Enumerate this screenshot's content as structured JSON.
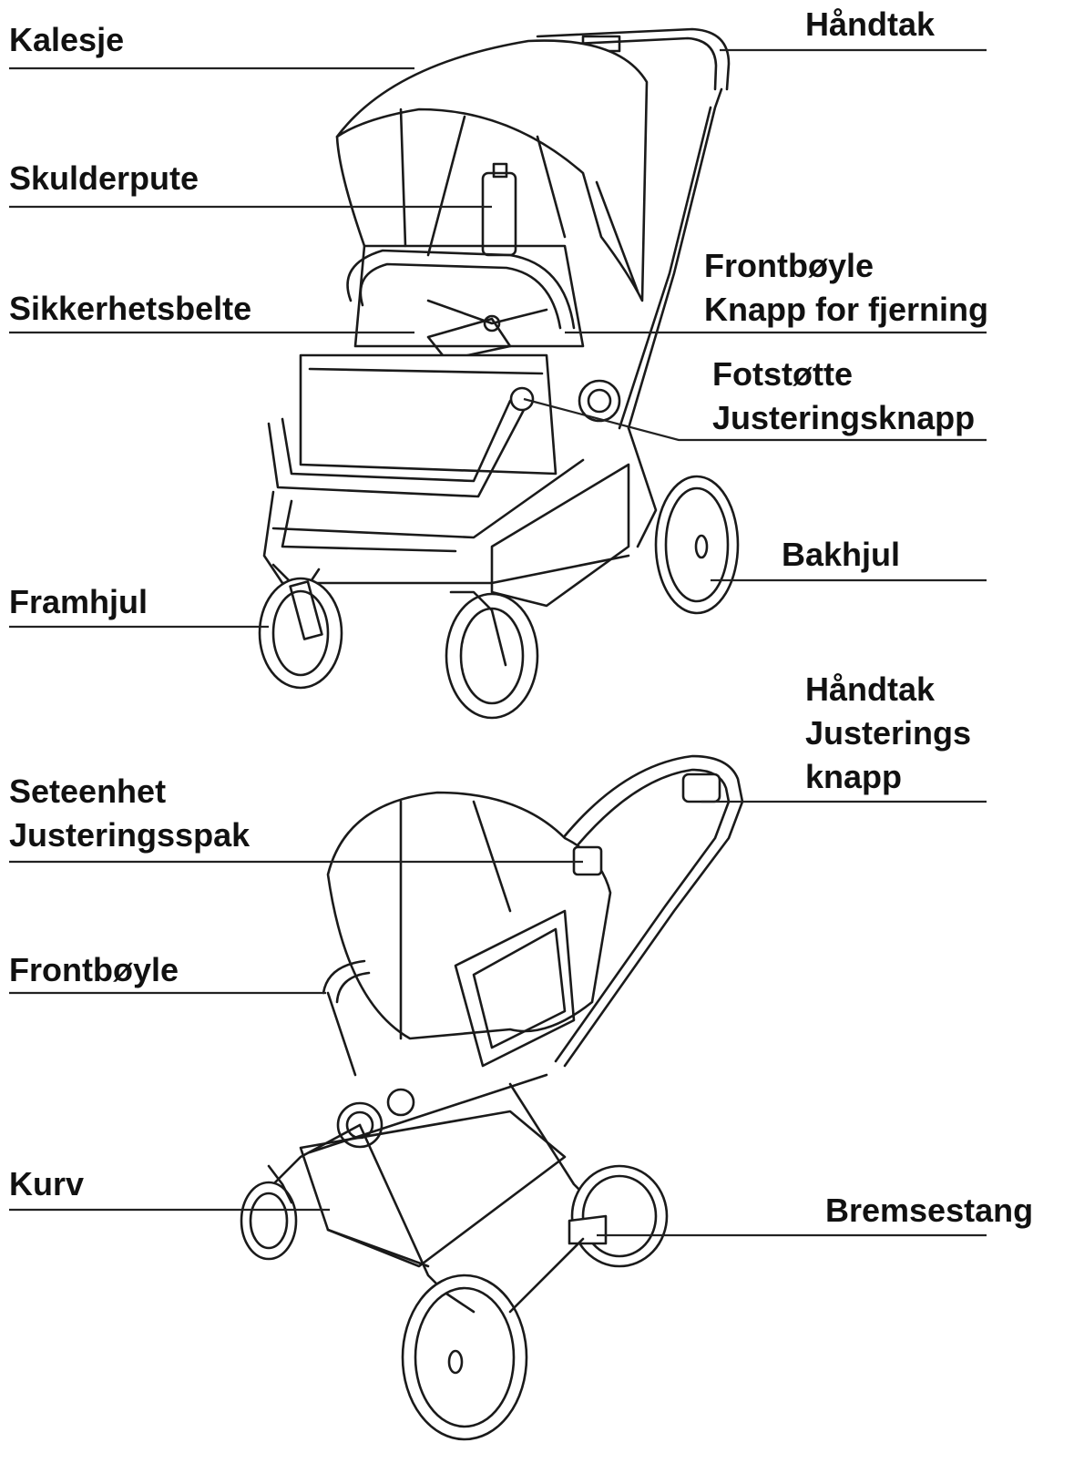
{
  "figure": {
    "top_view": {
      "labels": {
        "kalesje": "Kalesje",
        "handtak": "Håndtak",
        "skulderpute": "Skulderpute",
        "frontboyle_line1": "Frontbøyle",
        "frontboyle_line2": "Knapp for fjerning",
        "sikkerhetsbelte": "Sikkerhetsbelte",
        "fotstotte_line1": "Fotstøtte",
        "fotstotte_line2": "Justeringsknapp",
        "bakhjul": "Bakhjul",
        "framhjul": "Framhjul"
      }
    },
    "bottom_view": {
      "labels": {
        "handtak_line1": "Håndtak",
        "handtak_line2": "Justerings",
        "handtak_line3": "knapp",
        "seteenhet_line1": "Seteenhet",
        "seteenhet_line2": "Justeringsspak",
        "frontboyle": "Frontbøyle",
        "kurv": "Kurv",
        "bremsestang": "Bremsestang"
      }
    },
    "colors": {
      "ink": "#111111",
      "background": "#ffffff"
    }
  }
}
